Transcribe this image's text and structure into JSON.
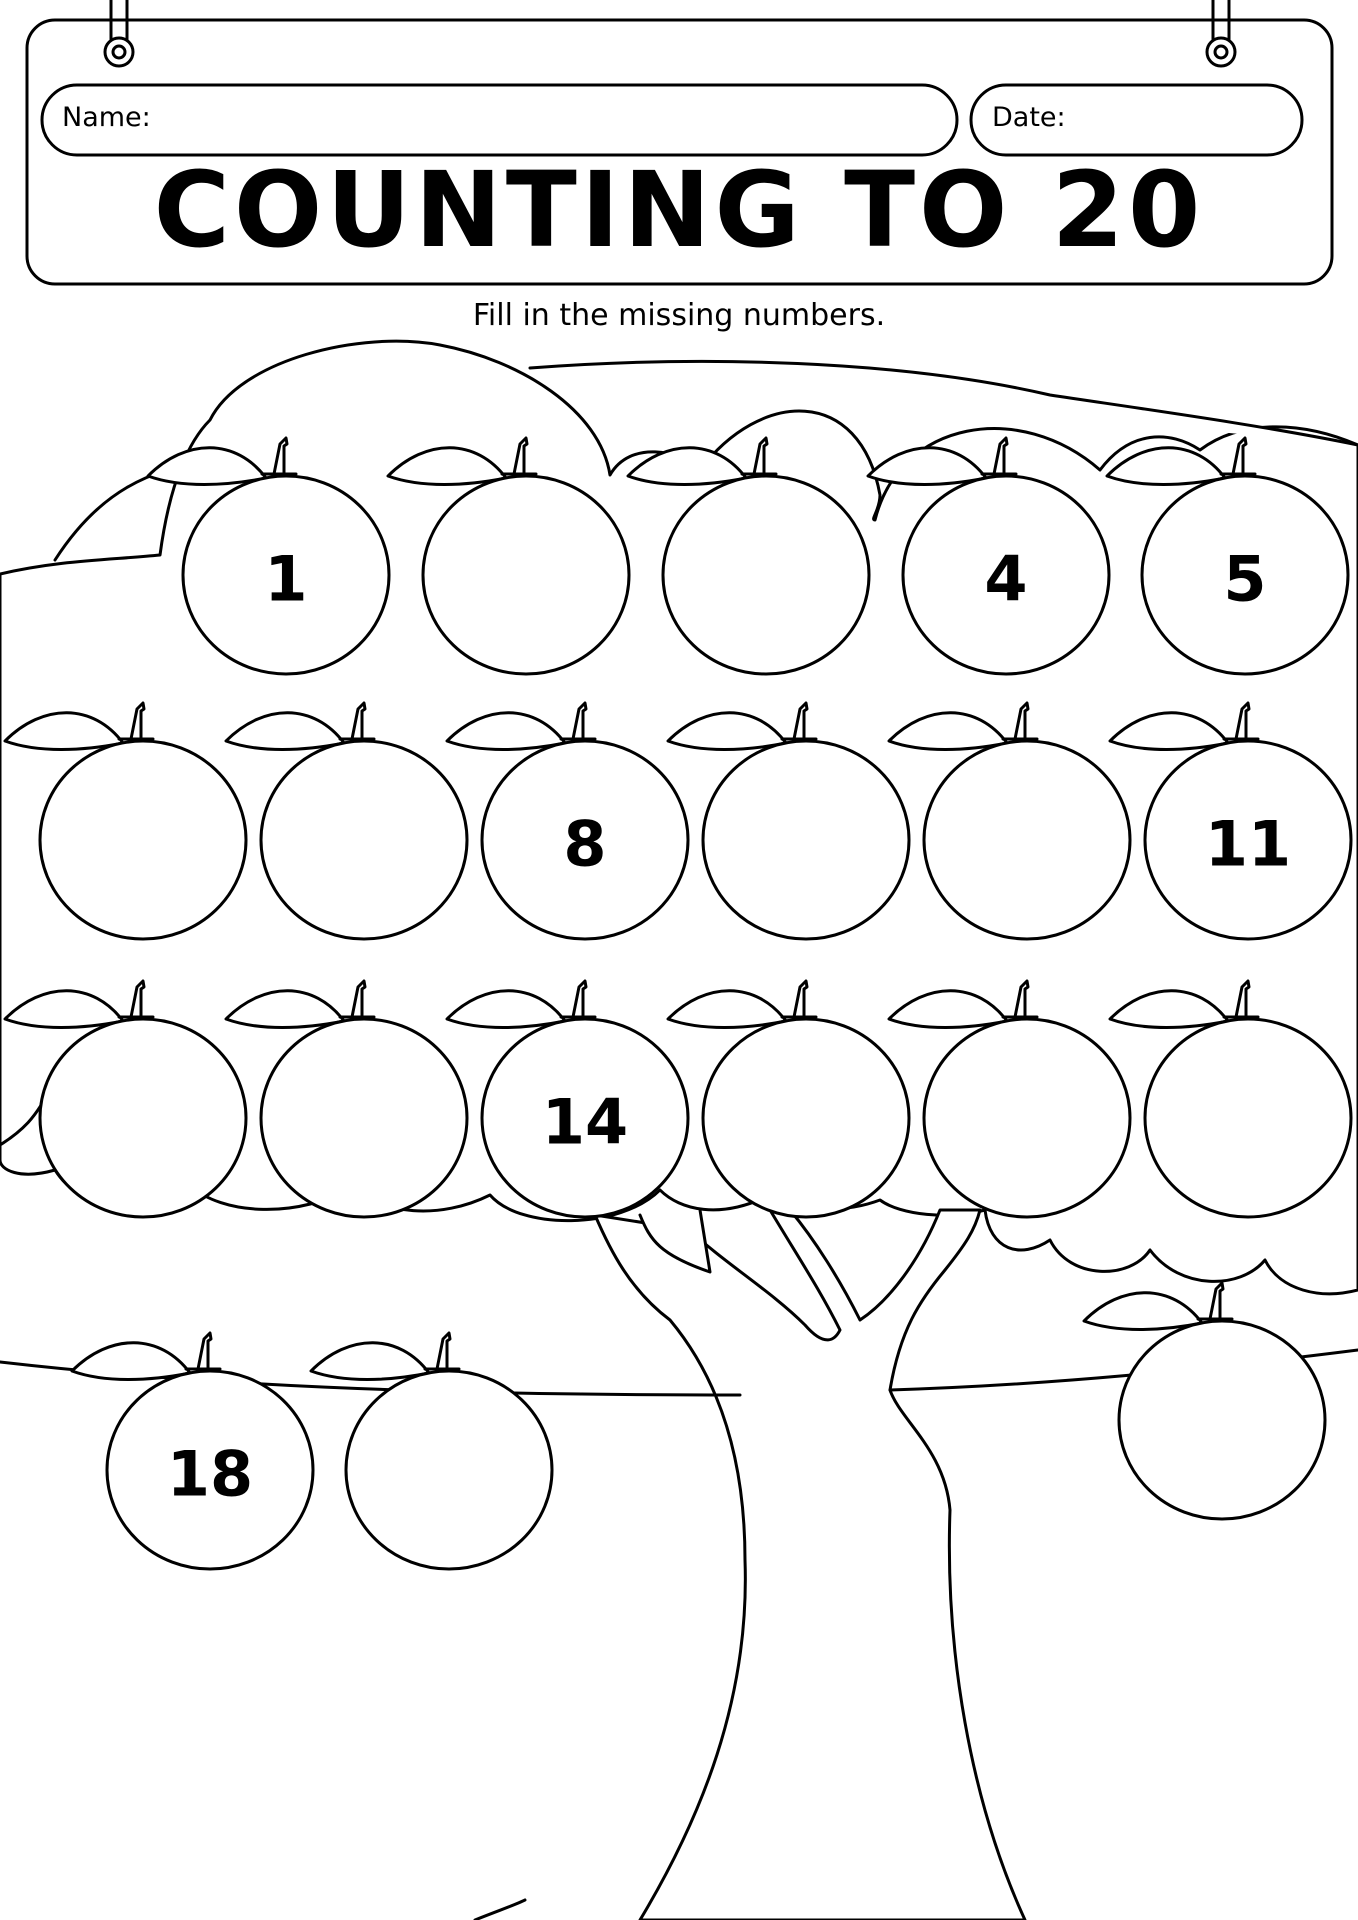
{
  "header": {
    "name_label": "Name:",
    "date_label": "Date:",
    "title": "COUNTING TO 20"
  },
  "instruction": "Fill in the missing numbers.",
  "oranges": [
    {
      "position": 1,
      "label": "1"
    },
    {
      "position": 2,
      "label": ""
    },
    {
      "position": 3,
      "label": ""
    },
    {
      "position": 4,
      "label": "4"
    },
    {
      "position": 5,
      "label": "5"
    },
    {
      "position": 6,
      "label": ""
    },
    {
      "position": 7,
      "label": ""
    },
    {
      "position": 8,
      "label": "8"
    },
    {
      "position": 9,
      "label": ""
    },
    {
      "position": 10,
      "label": ""
    },
    {
      "position": 11,
      "label": "11"
    },
    {
      "position": 12,
      "label": ""
    },
    {
      "position": 13,
      "label": ""
    },
    {
      "position": 14,
      "label": "14"
    },
    {
      "position": 15,
      "label": ""
    },
    {
      "position": 16,
      "label": ""
    },
    {
      "position": 17,
      "label": ""
    },
    {
      "position": 18,
      "label": "18"
    },
    {
      "position": 19,
      "label": ""
    },
    {
      "position": 20,
      "label": ""
    }
  ],
  "colors": {
    "ink": "#000000",
    "paper": "#ffffff"
  }
}
